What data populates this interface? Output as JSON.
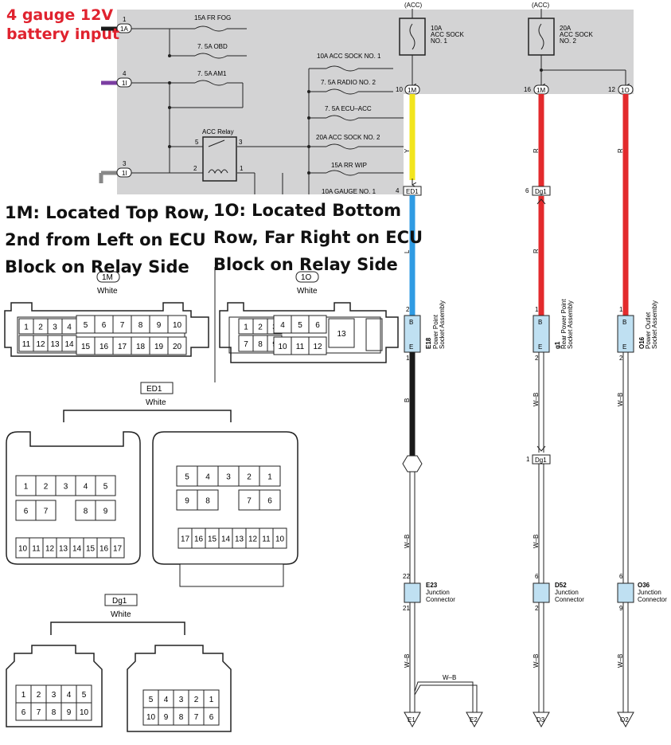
{
  "annotations": {
    "battery_line1": "4 gauge 12V",
    "battery_line2": "battery input",
    "note_1m_line1": "1M: Located Top Row,",
    "note_1m_line2": "2nd from Left on ECU",
    "note_1m_line3": "Block on Relay Side",
    "note_1o_line1": "1O: Located Bottom",
    "note_1o_line2": "Row, Far Right on ECU",
    "note_1o_line3": "Block on Relay Side"
  },
  "colors": {
    "panel_gray": "#d3d3d4",
    "wire_yellow": "#f2e51d",
    "wire_red": "#e32a2c",
    "wire_blue": "#2f9be3",
    "wire_black": "#1a1a1a",
    "wire_purple": "#7b3ea2",
    "wire_gray": "#888888",
    "connector_fill": "#bfe0f2",
    "annotation_red": "#e0222e"
  },
  "fuse_panel": {
    "left_inputs": [
      {
        "pin": "1",
        "connector": "1A"
      },
      {
        "pin": "4",
        "connector": "1I"
      },
      {
        "pin": "3",
        "connector": "1I"
      }
    ],
    "left_fuses": [
      "15A FR FOG",
      "7. 5A OBD",
      "7. 5A AM1"
    ],
    "relay": {
      "label": "ACC Relay",
      "pins": [
        "5",
        "3",
        "2",
        "1"
      ]
    },
    "right_fuses": [
      "10A ACC SOCK NO. 1",
      "7. 5A RADIO NO. 2",
      "7. 5A ECU–ACC",
      "20A ACC SOCK NO. 2",
      "15A RR WIP",
      "10A GAUGE NO. 1"
    ],
    "acc_fuses": [
      {
        "acc": "(ACC)",
        "rating": "10A",
        "name1": "ACC SOCK",
        "name2": "NO. 1"
      },
      {
        "acc": "(ACC)",
        "rating": "20A",
        "name1": "ACC SOCK",
        "name2": "NO. 2"
      }
    ],
    "outputs": [
      {
        "pin": "10",
        "connector": "1M"
      },
      {
        "pin": "16",
        "connector": "1M"
      },
      {
        "pin": "12",
        "connector": "1O"
      }
    ]
  },
  "circuits": [
    {
      "wire_top": "Y",
      "junction_top": {
        "pin": "4",
        "label": "ED1"
      },
      "wire_mid": "L",
      "socket": {
        "pin_top": "2",
        "pin_bottom": "1",
        "b": "B",
        "e": "E",
        "id": "E18",
        "name1": "Power Point",
        "name2": "Socket Assembly"
      },
      "wire_low": "B",
      "wire_wb1": "W–B",
      "jc": {
        "pin_top": "22",
        "pin_bottom": "21",
        "id": "E23",
        "name1": "Junction",
        "name2": "Connector"
      },
      "wire_wb2": "W–B",
      "grounds": [
        "E1",
        "E2"
      ],
      "branch": "W–B"
    },
    {
      "wire_top": "R",
      "junction_top": {
        "pin": "6",
        "label": "Dg1"
      },
      "wire_mid": "R",
      "socket": {
        "pin_top": "1",
        "pin_bottom": "2",
        "b": "B",
        "e": "E",
        "id": "g1",
        "name1": "Rear Power Point",
        "name2": "Socket Assembly"
      },
      "wire_low": "W–B",
      "junction_low": {
        "pin": "1",
        "label": "Dg1"
      },
      "wire_wb1": "W–B",
      "jc": {
        "pin_top": "6",
        "pin_bottom": "2",
        "id": "D52",
        "name1": "Junction",
        "name2": "Connector"
      },
      "wire_wb2": "W–B",
      "grounds": [
        "D3"
      ]
    },
    {
      "wire_top": "R",
      "socket": {
        "pin_top": "1",
        "pin_bottom": "2",
        "b": "B",
        "e": "E",
        "id": "O16",
        "name1": "Power Outlet",
        "name2": "Socket Assembly"
      },
      "wire_low": "W–B",
      "jc": {
        "pin_top": "6",
        "pin_bottom": "9",
        "id": "O36",
        "name1": "Junction",
        "name2": "Connector"
      },
      "wire_wb2": "W–B",
      "grounds": [
        "O2"
      ]
    }
  ],
  "connector_1m": {
    "code": "1M",
    "color": "White",
    "row1": [
      "1",
      "2",
      "3",
      "4",
      "5",
      "6",
      "7",
      "8",
      "9",
      "10"
    ],
    "row2": [
      "11",
      "12",
      "13",
      "14",
      "15",
      "16",
      "17",
      "18",
      "19",
      "20"
    ]
  },
  "connector_1o": {
    "code": "1O",
    "color": "White",
    "row1": [
      "1",
      "2",
      "3",
      "4",
      "5",
      "6"
    ],
    "row2": [
      "7",
      "8",
      "9",
      "10",
      "11",
      "12"
    ],
    "big": "13"
  },
  "connector_ed1": {
    "code": "ED1",
    "color": "White",
    "left_row1": [
      "1",
      "2",
      "3",
      "4",
      "5"
    ],
    "left_row2": [
      "6",
      "7",
      "8",
      "9"
    ],
    "left_row3": [
      "10",
      "11",
      "12",
      "13",
      "14",
      "15",
      "16",
      "17"
    ],
    "right_row1": [
      "5",
      "4",
      "3",
      "2",
      "1"
    ],
    "right_row2": [
      "9",
      "8",
      "7",
      "6"
    ],
    "right_row3": [
      "17",
      "16",
      "15",
      "14",
      "13",
      "12",
      "11",
      "10"
    ]
  },
  "connector_dg1": {
    "code": "Dg1",
    "color": "White",
    "left_row1": [
      "1",
      "2",
      "3",
      "4",
      "5"
    ],
    "left_row2": [
      "6",
      "7",
      "8",
      "9",
      "10"
    ],
    "right_row1": [
      "5",
      "4",
      "3",
      "2",
      "1"
    ],
    "right_row2": [
      "10",
      "9",
      "8",
      "7",
      "6"
    ]
  }
}
